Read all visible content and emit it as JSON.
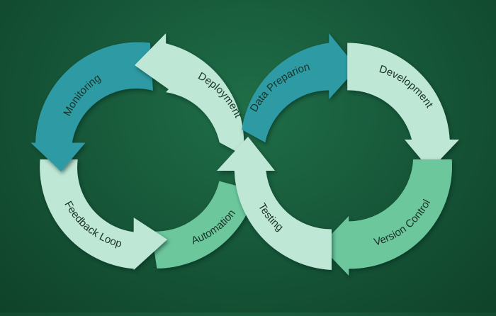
{
  "diagram": {
    "stages": [
      {
        "key": "monitoring",
        "label": "Monitoring",
        "color": "#2f9aa3"
      },
      {
        "key": "deployment",
        "label": "Deployment",
        "color": "#bfe7d6"
      },
      {
        "key": "data_preparation",
        "label": "Data Preparion",
        "color": "#2f9aa3"
      },
      {
        "key": "development",
        "label": "Development",
        "color": "#bfe7d6"
      },
      {
        "key": "version_control",
        "label": "Version Control",
        "color": "#6cc79d"
      },
      {
        "key": "testing",
        "label": "Testing",
        "color": "#bfe7d6"
      },
      {
        "key": "automation",
        "label": "Automation",
        "color": "#6cc79d"
      },
      {
        "key": "feedback_loop",
        "label": "Feedback Loop",
        "color": "#bfe7d6"
      }
    ]
  }
}
